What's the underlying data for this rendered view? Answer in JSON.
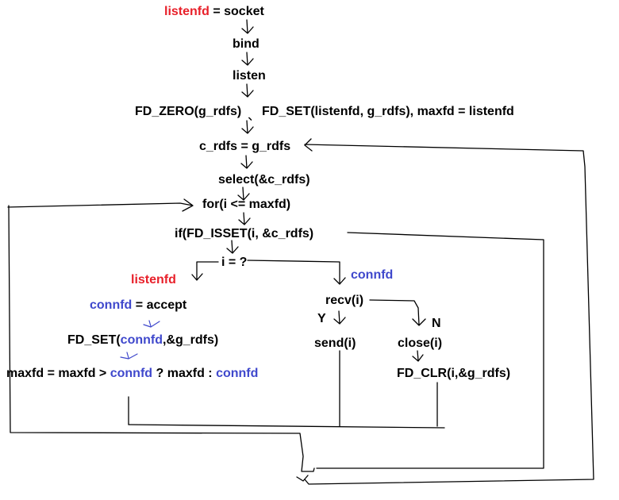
{
  "nodes": {
    "socket": {
      "var": "listenfd",
      "op": " = ",
      "rest": "socket"
    },
    "bind": "bind",
    "listen": "listen",
    "fd_zero": "FD_ZERO(g_rdfs)",
    "sep": "、",
    "fd_set_listen": "FD_SET(listenfd, g_rdfs), maxfd = listenfd",
    "copy_set": "c_rdfs = g_rdfs",
    "select": "select(&c_rdfs)",
    "for_loop": "for(i <= maxfd)",
    "if_isset": "if(FD_ISSET(i, &c_rdfs)",
    "decision": "i = ?",
    "branch_listen": "listenfd",
    "branch_conn": "connfd",
    "accept": {
      "var": "connfd",
      "rest": " = accept"
    },
    "fd_set_conn": {
      "pre": "FD_SET(",
      "var": "connfd",
      "post": ",&g_rdfs)"
    },
    "maxfd_update": {
      "pre": "maxfd = maxfd > ",
      "var1": "connfd",
      "mid": " ? maxfd : ",
      "var2": "connfd"
    },
    "recv": "recv(i)",
    "yes": "Y",
    "no": "N",
    "send": "send(i)",
    "close": "close(i)",
    "fd_clr": "FD_CLR(i,&g_rdfs)"
  },
  "colors": {
    "highlight_red": "#e8202a",
    "highlight_blue": "#3f48cc",
    "ink": "#000000"
  }
}
